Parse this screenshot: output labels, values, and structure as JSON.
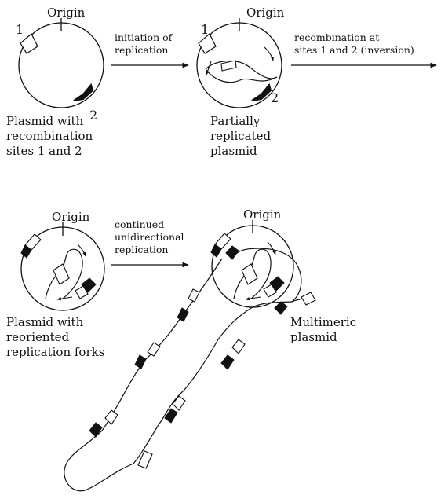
{
  "diagram": {
    "panel1": {
      "origin_label": "Origin",
      "site1_label": "1",
      "site2_label": "2",
      "caption": [
        "Plasmid with",
        "recombination",
        "sites 1 and 2"
      ]
    },
    "arrow1": {
      "label": [
        "initiation of",
        "replication"
      ]
    },
    "panel2": {
      "origin_label": "Origin",
      "site1_label": "1",
      "site2_label": "2",
      "caption": [
        "Partially",
        "replicated",
        "plasmid"
      ]
    },
    "arrow2": {
      "label": [
        "recombination at",
        "sites 1 and 2 (inversion)"
      ]
    },
    "panel3": {
      "origin_label": "Origin",
      "caption": [
        "Plasmid with",
        "reoriented",
        "replication forks"
      ]
    },
    "arrow3": {
      "label": [
        "continued",
        "unidirectional",
        "replication"
      ]
    },
    "panel4": {
      "origin_label": "Origin",
      "caption": [
        "Multimeric",
        "plasmid"
      ]
    }
  }
}
